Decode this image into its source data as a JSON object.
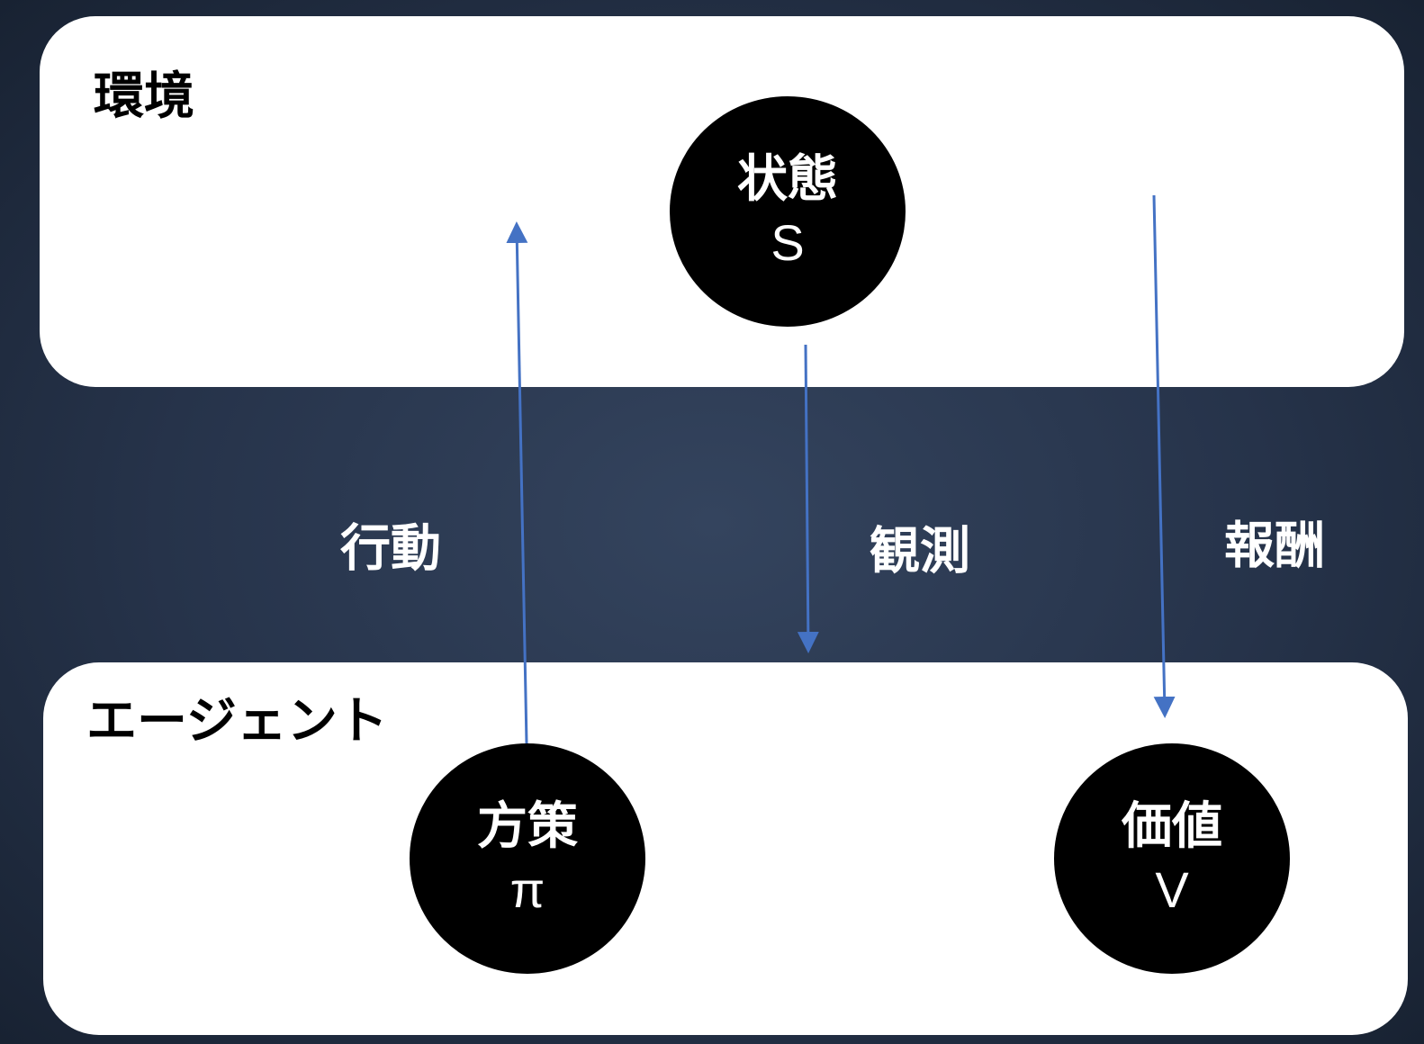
{
  "environment": {
    "label": "環境"
  },
  "agent": {
    "label": "エージェント"
  },
  "nodes": {
    "state": {
      "title": "状態",
      "symbol": "S"
    },
    "policy": {
      "title": "方策",
      "symbol": "π"
    },
    "value": {
      "title": "価値",
      "symbol": "V"
    }
  },
  "edges": {
    "action": "行動",
    "observation": "観測",
    "reward": "報酬"
  },
  "colors": {
    "arrow": "#4472c4",
    "background": "#2b3950"
  }
}
